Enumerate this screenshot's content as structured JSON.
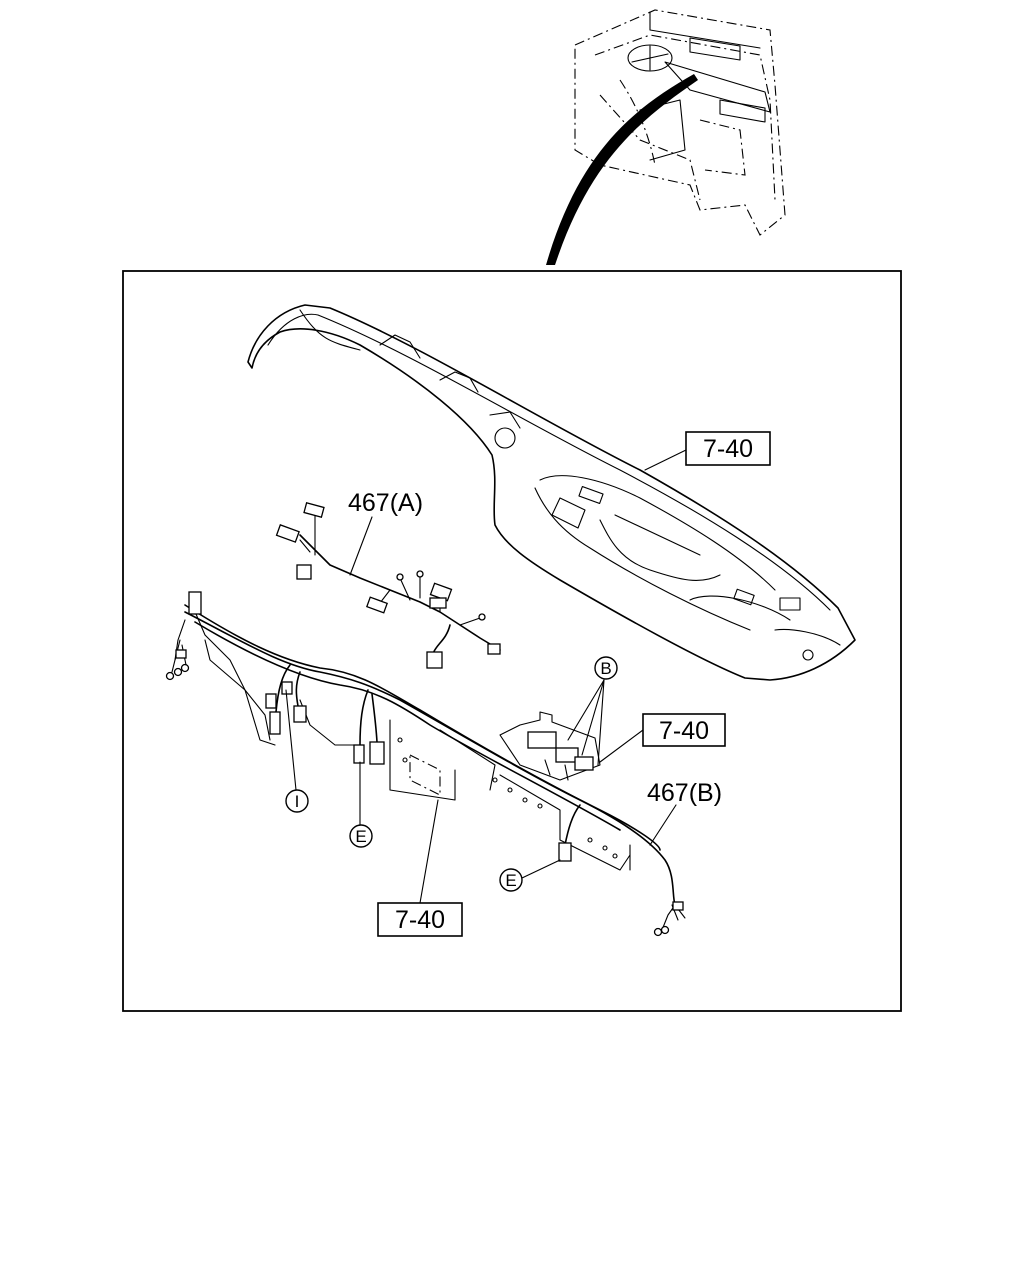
{
  "labels": {
    "ref_panel": "7-40",
    "harness_a": "467(A)",
    "ref_relay": "7-40",
    "harness_b": "467(B)",
    "ref_bracket": "7-40"
  },
  "callouts": {
    "b": "B",
    "i": "I",
    "e_left": "E",
    "e_right": "E"
  }
}
